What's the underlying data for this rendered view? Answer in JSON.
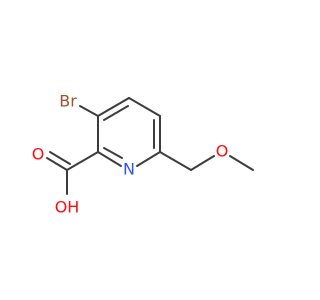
{
  "molecule": {
    "atoms": [
      {
        "id": "br",
        "label": "Br",
        "color": "#a0522d"
      },
      {
        "id": "o_carbonyl",
        "label": "O",
        "color": "#ff0d0d"
      },
      {
        "id": "oh",
        "label": "OH",
        "color": "#ff0d0d"
      },
      {
        "id": "n_ring",
        "label": "N",
        "color": "#3050f8"
      },
      {
        "id": "o_ether",
        "label": "O",
        "color": "#ff0d0d"
      }
    ],
    "bond_color": "#3c3c3c"
  }
}
